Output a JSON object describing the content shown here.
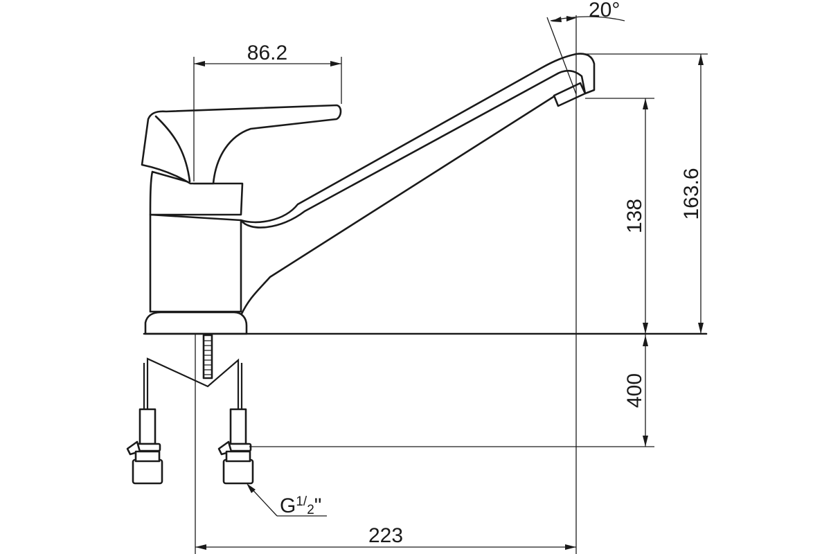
{
  "dimensions": {
    "handle_reach": "86.2",
    "spout_angle": "20°",
    "outlet_height": "138",
    "total_height": "163.6",
    "hose_length": "400",
    "spout_reach": "223"
  },
  "thread": {
    "prefix": "G",
    "numerator": "1",
    "denominator": "2",
    "suffix": "\""
  },
  "colors": {
    "line": "#1a1a1a",
    "background": "#ffffff"
  }
}
